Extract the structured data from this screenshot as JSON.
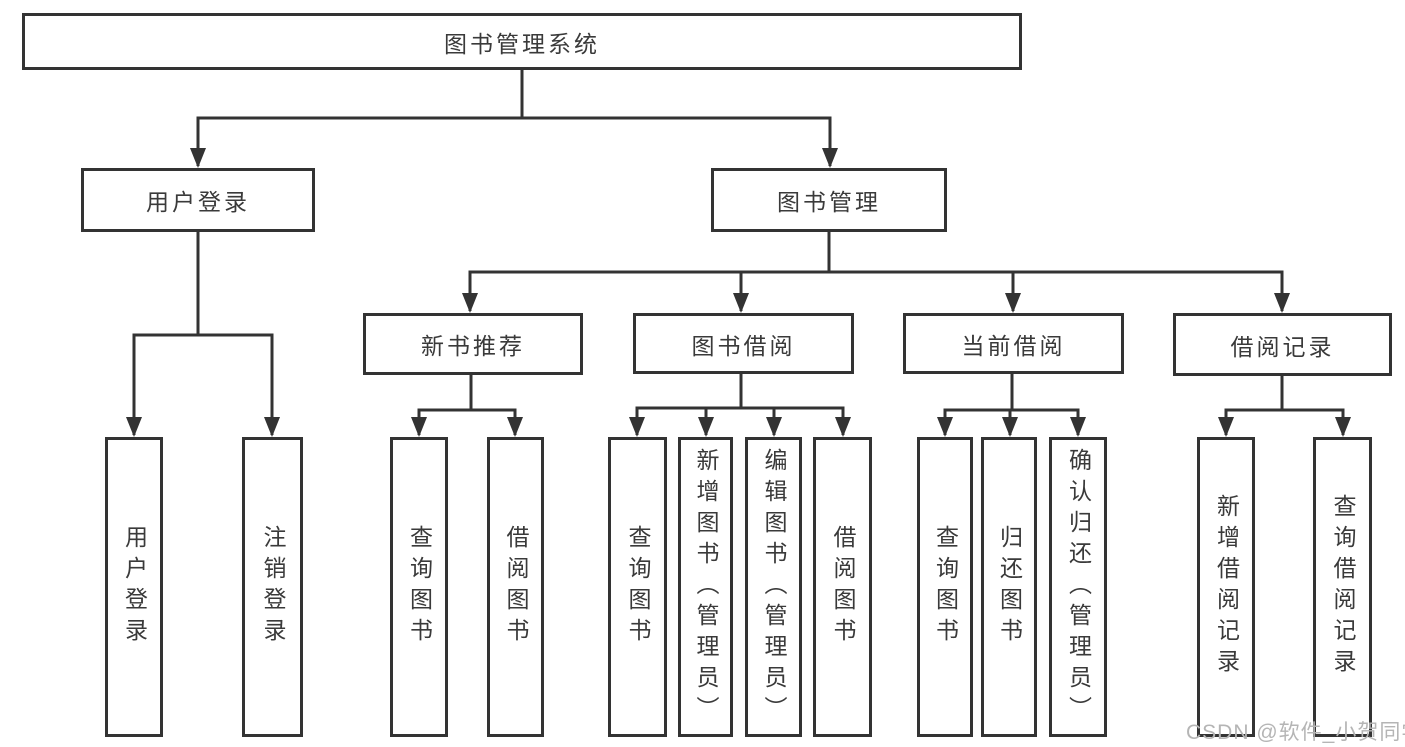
{
  "colors": {
    "line": "#333333",
    "text": "#3a3a3a",
    "box_background": "#ffffff",
    "page_background": "#ffffff",
    "watermark": "#b5b5b5"
  },
  "root": {
    "label": "图书管理系统"
  },
  "level1": {
    "user_login": {
      "label": "用户登录"
    },
    "book_management": {
      "label": "图书管理"
    }
  },
  "level2": {
    "new_book_recommend": {
      "label": "新书推荐"
    },
    "book_borrow": {
      "label": "图书借阅"
    },
    "current_borrow": {
      "label": "当前借阅"
    },
    "borrow_record": {
      "label": "借阅记录"
    }
  },
  "leaves": {
    "user_login": "用户登录",
    "logout": "注销登录",
    "recommend_query_book": "查询图书",
    "recommend_borrow_book": "借阅图书",
    "borrow_query_book": "查询图书",
    "borrow_add_book": "新增图书（管理员）",
    "borrow_edit_book": "编辑图书（管理员）",
    "borrow_borrow_book": "借阅图书",
    "current_query_book": "查询图书",
    "current_return_book": "归还图书",
    "current_confirm_return": "确认归还（管理员）",
    "record_add": "新增借阅记录",
    "record_query": "查询借阅记录"
  },
  "watermark": {
    "text": "CSDN @软件_小贺同学"
  }
}
